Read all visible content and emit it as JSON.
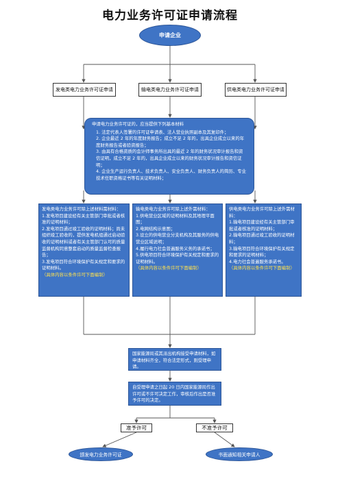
{
  "title": "电力业务许可证申请流程",
  "start": {
    "label": "申请企业"
  },
  "categories": [
    {
      "label": "发电类电力业务许可证申请"
    },
    {
      "label": "输电类电力业务许可证申请"
    },
    {
      "label": "供电类电力业务许可证申请"
    }
  ],
  "basic_materials": {
    "heading": "申请电力业务许可证的，应当提供下列基本材料",
    "items": [
      "1.  法定代表人签署的许可证申请表、法人营业执照副本及其复印件；",
      "2.  企业最近 2 年的年度财务报告；成立不足 2 年的，出具企业成立以来的年度财务报告或者验资报告；",
      "3.  由具有合格资质的会计师事务所出具的最近 2 年的财务状况审计报告和资信证明，成立不足 2 年的，出具企业成立以来的财务状况审计报告和资信证明；",
      "4.  企业生产运行负责人、技术负责人、安全负责人、财务负责人的简历、专业技术任职资格证书等有关证明材料；"
    ]
  },
  "specific_materials": [
    {
      "heading": "发电类电力业务许可除上述材料需材料：",
      "items": [
        "1.发电项目建设经有关主管部门审批或者核准的证明材料；",
        "2.发电项目通过竣工验收的证明材料；尚未组织竣工验收的，提供发电机组通过启动验收的证明材料或者有关主管部门认可的质量监督机构同意整套启动的质量监督检查报告；",
        "3.发电项目符合环境保护有关规定和要求的证明材料。"
      ],
      "note": "（具体内容以条件许可下面编制）"
    },
    {
      "heading": "输电类电力业务许可除上述外需材料：",
      "items": [
        "1.供电营业区域的证明材料及其地理平面图；",
        "2.电网结构示意图；",
        "3.设立的供电营业分支机构及其服务的供电营业区域说明；",
        "4.履行电力社会普遍服务义务的承诺书；",
        "5.供电项目符合环境保护有关规定和要求的证明材料。"
      ],
      "note": "（具体内容以条件许可下面编制）"
    },
    {
      "heading": "供电类电力业务许可除上述外需材料：",
      "items": [
        "1.输电项目建设经有关主管部门审批或者核准的证明材料；",
        "2.输电项目通过竣工验收的证明材料；",
        "3.输电项目符合环境保护有关规定和要求的证明材料；",
        "4.电力社会普遍服务承诺书。"
      ],
      "note": "（具体内容以条件许可下面编制）"
    }
  ],
  "accept": {
    "text": "国家能源局或其派出机构接受申请材料，如申请材料齐全，符合法定形式，则受理申请。"
  },
  "review": {
    "text": "自受理申请之日起 20 日内国家能源局作出许可或不许可决定工作，审核后作出是否准予许可的决定。"
  },
  "decisions": [
    {
      "label": "准予许可"
    },
    {
      "label": "不准予许可"
    }
  ],
  "results": [
    {
      "label": "颁发电力业务许可证"
    },
    {
      "label": "书面通知相关申请人"
    }
  ],
  "colors": {
    "box_fill": "#3f74c5",
    "box_border": "#2c5597",
    "note": "#ffe14d",
    "line": "#555555"
  }
}
